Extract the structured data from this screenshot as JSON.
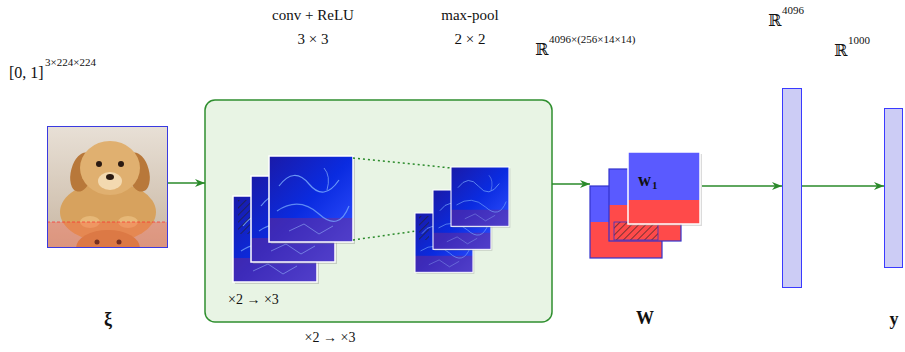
{
  "diagram": {
    "nodes": [
      {
        "text": [
          "[0, 1]",
          "3×224×224",
          "ξ"
        ]
      },
      {
        "text": [
          "×2 → ×3",
          "×2 → ×3"
        ]
      },
      {
        "text": [
          "ℝ",
          "4096×(256×14×14)",
          "w",
          "1",
          "W"
        ]
      },
      {
        "text": [
          "ℝ",
          "4096"
        ]
      },
      {
        "text": [
          "ℝ",
          "1000",
          "y"
        ]
      }
    ],
    "edges": [
      {
        "from": 0,
        "to": 1,
        "arrow": "to"
      },
      {
        "from": 1,
        "to": 2,
        "arrow": "to"
      },
      {
        "from": 2,
        "to": 3,
        "arrow": "to"
      },
      {
        "from": 3,
        "to": 4,
        "arrow": "to"
      }
    ],
    "labels": [
      "conv + ReLU",
      "3 × 3",
      "max-pool",
      "2 × 2"
    ]
  }
}
